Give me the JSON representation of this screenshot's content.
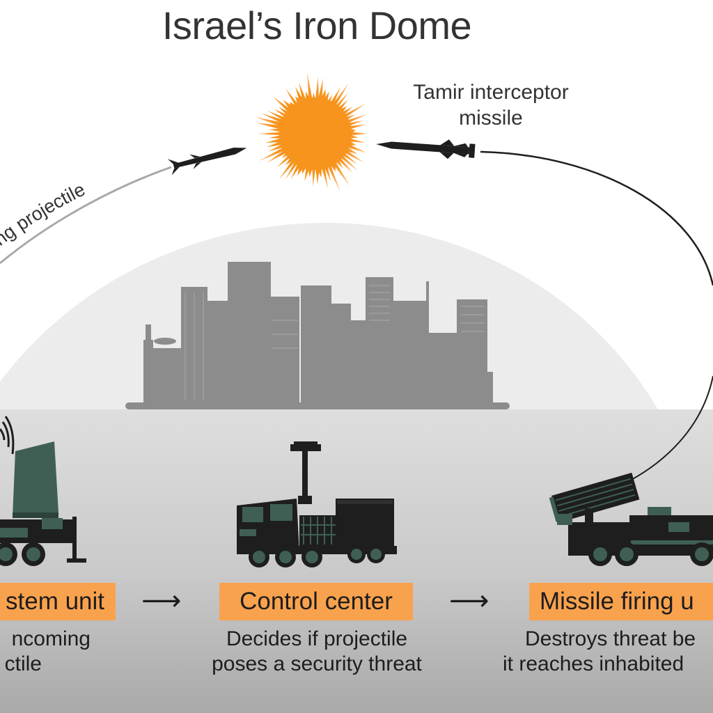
{
  "title": "Israel’s Iron Dome",
  "labels": {
    "incoming": "ng projectile",
    "tamir_line1": "Tamir interceptor",
    "tamir_line2": "missile"
  },
  "units": {
    "radar": {
      "label": "stem unit",
      "desc_line1": "ncoming",
      "desc_line2": "ctile"
    },
    "control": {
      "label": "Control center",
      "desc_line1": "Decides if projectile",
      "desc_line2": "poses a security threat"
    },
    "firing": {
      "label": "Missile firing u",
      "desc_line1": "Destroys threat be",
      "desc_line2": "it reaches inhabited"
    }
  },
  "flow_arrows": [
    "⟶",
    "⟶"
  ],
  "colors": {
    "accent_orange": "#f9a24d",
    "explosion": "#f7941d",
    "vehicle_dark": "#1e1e1e",
    "vehicle_green": "#3f5f55",
    "skyline_gray": "#8c8c8c",
    "dome_gray": "#ececec",
    "ground_gray": "#d2d2d2",
    "text_dark": "#333333"
  },
  "icons": {
    "explosion": "burst-icon",
    "incoming_rocket": "rocket-icon",
    "interceptor": "missile-icon",
    "radar_waves": "signal-waves-icon"
  }
}
